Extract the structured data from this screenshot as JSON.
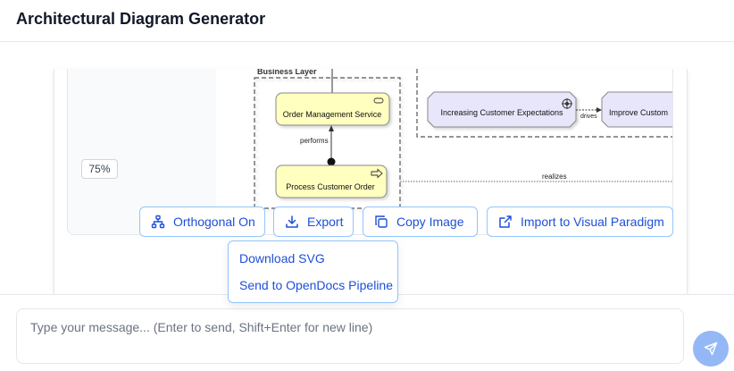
{
  "app": {
    "title": "Architectural Diagram Generator"
  },
  "diagram": {
    "zoom": "75%",
    "layer_label": "Business Layer",
    "nodes": {
      "service": "Order Management Service",
      "process": "Process Customer Order",
      "driver": "Increasing Customer Expectations",
      "goal": "Improve Custom"
    },
    "edges": {
      "performs": "performs",
      "drives": "drives",
      "realizes": "realizes"
    }
  },
  "toolbar": {
    "orthogonal_label": "Orthogonal On",
    "export_label": "Export",
    "copy_label": "Copy Image",
    "import_label": "Import to Visual Paradigm"
  },
  "export_menu": {
    "items": [
      "Download SVG",
      "Send to OpenDocs Pipeline"
    ]
  },
  "chat": {
    "placeholder": "Type your message... (Enter to send, Shift+Enter for new line)"
  },
  "colors": {
    "accent": "#1e4fd8",
    "button_border": "#93c5fd",
    "business_fill": "#ffffc0",
    "motivation_fill": "#e8e6fb",
    "send_button": "#93b8f5"
  }
}
